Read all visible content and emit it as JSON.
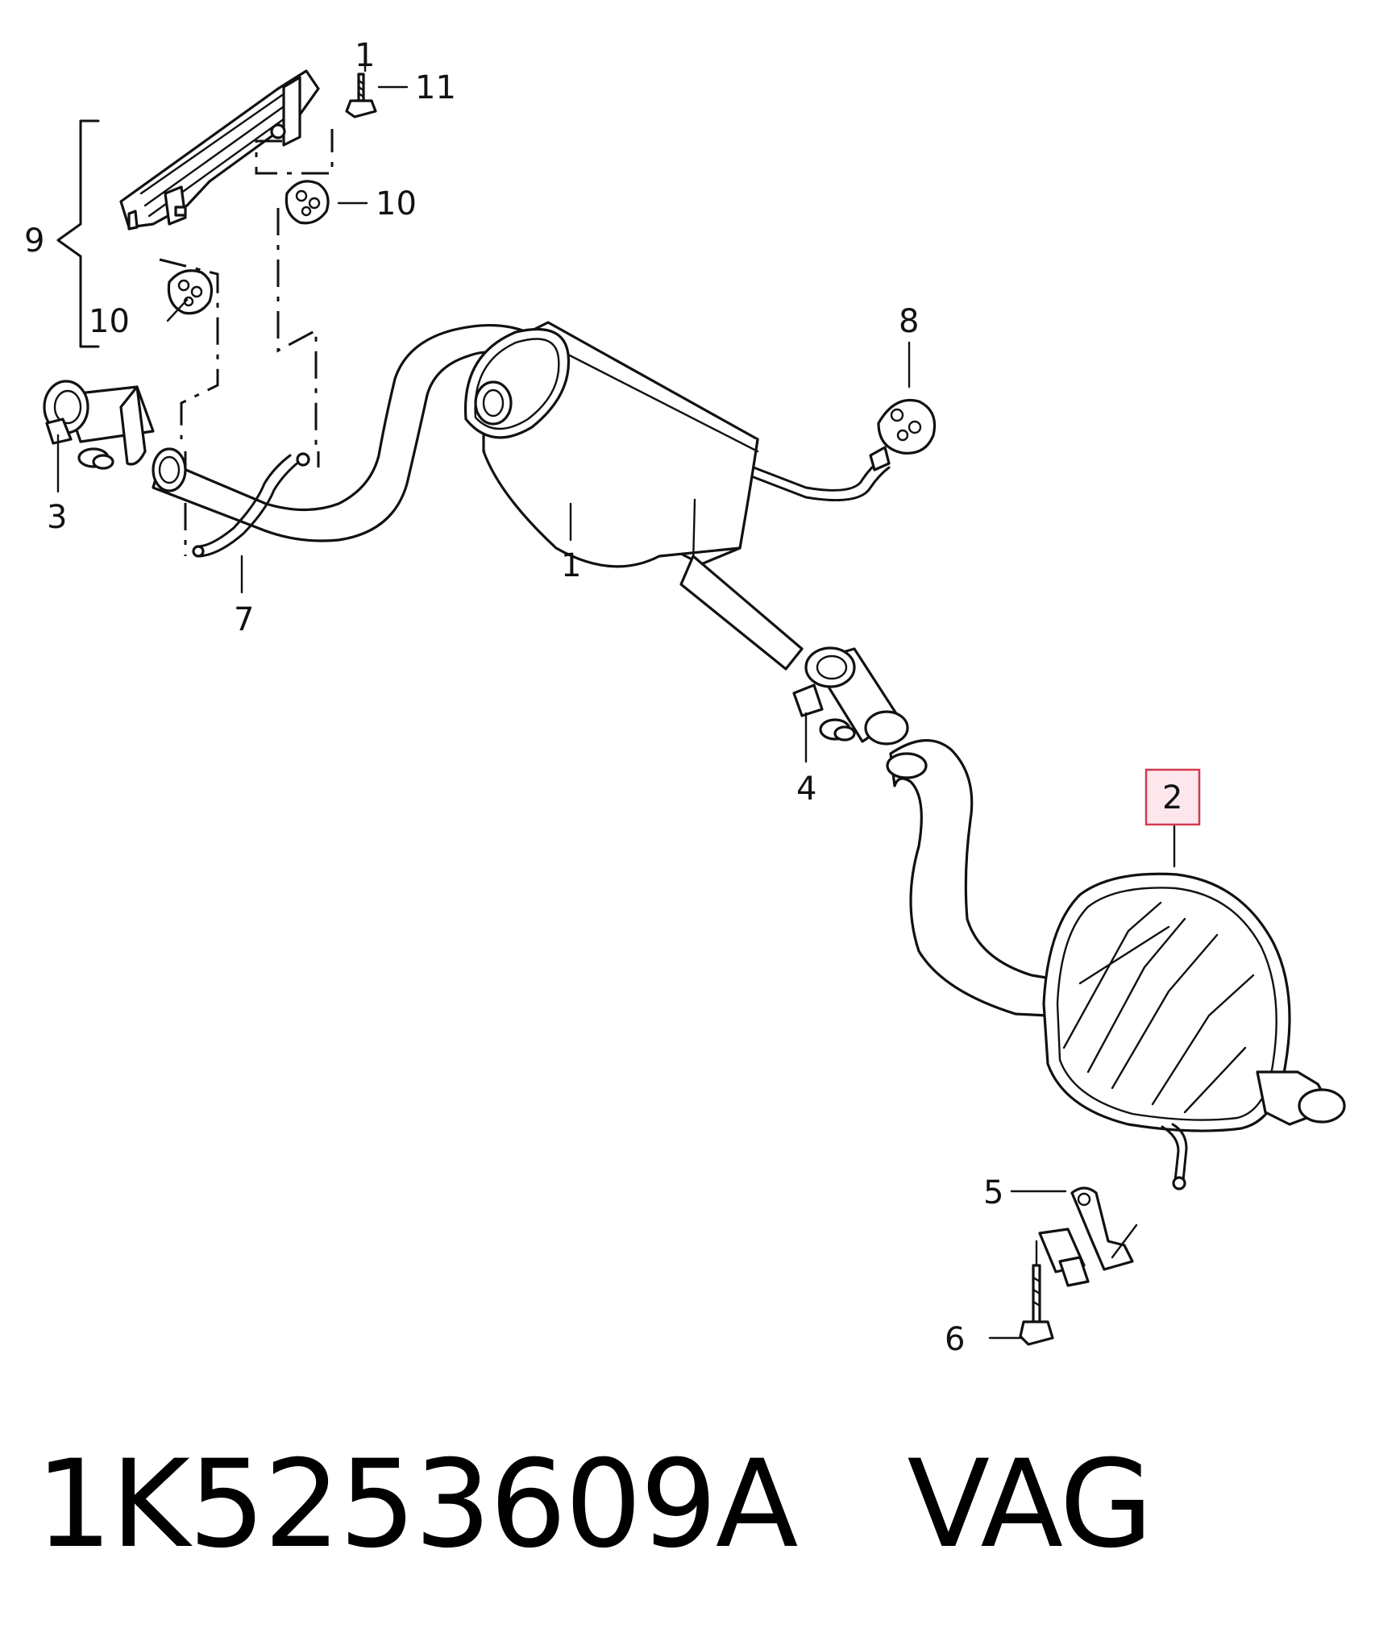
{
  "callouts": {
    "c1_top": "1",
    "c1_muffler": "1",
    "c2": "2",
    "c3": "3",
    "c4": "4",
    "c5": "5",
    "c6": "6",
    "c7": "7",
    "c8": "8",
    "c9": "9",
    "c10_left": "10",
    "c10_right": "10",
    "c11": "11"
  },
  "highlighted_callout": "2",
  "footer": {
    "part_number": "1K5253609A   VAG"
  },
  "colors": {
    "highlight_fill": "#fde7ec",
    "highlight_stroke": "#d23a4f",
    "line": "#111111"
  }
}
